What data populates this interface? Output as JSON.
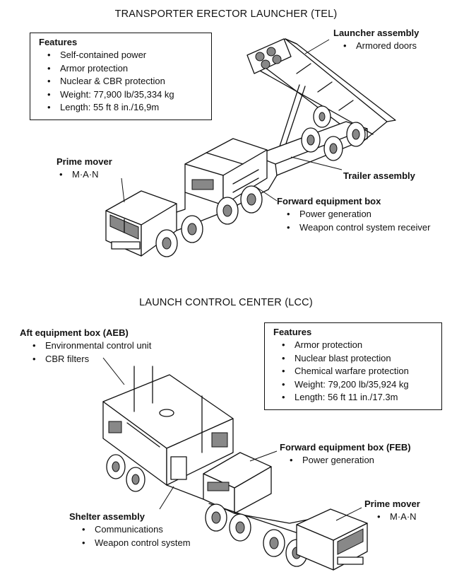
{
  "tel": {
    "title": "TRANSPORTER ERECTOR LAUNCHER (TEL)",
    "features_heading": "Features",
    "features": [
      "Self-contained power",
      "Armor protection",
      "Nuclear & CBR protection",
      "Weight: 77,900 lb/35,334 kg",
      "Length: 55 ft 8 in./16,9m"
    ],
    "launcher_heading": "Launcher assembly",
    "launcher_items": [
      "Armored doors"
    ],
    "prime_mover_heading": "Prime mover",
    "prime_mover_items": [
      "M·A·N"
    ],
    "trailer_heading": "Trailer assembly",
    "forward_box_heading": "Forward equipment box",
    "forward_box_items": [
      "Power generation",
      "Weapon control system receiver"
    ]
  },
  "lcc": {
    "title": "LAUNCH CONTROL CENTER (LCC)",
    "aft_heading": "Aft equipment box (AEB)",
    "aft_items": [
      "Environmental control unit",
      "CBR filters"
    ],
    "features_heading": "Features",
    "features": [
      "Armor protection",
      "Nuclear blast protection",
      "Chemical warfare protection",
      "Weight: 79,200 lb/35,924 kg",
      "Length: 56 ft 11 in./17.3m"
    ],
    "feb_heading": "Forward equipment box (FEB)",
    "feb_items": [
      "Power generation"
    ],
    "shelter_heading": "Shelter assembly",
    "shelter_items": [
      "Communications",
      "Weapon control system"
    ],
    "prime_mover_heading": "Prime mover",
    "prime_mover_items": [
      "M·A·N"
    ]
  },
  "icons": {
    "bullet": "•"
  }
}
